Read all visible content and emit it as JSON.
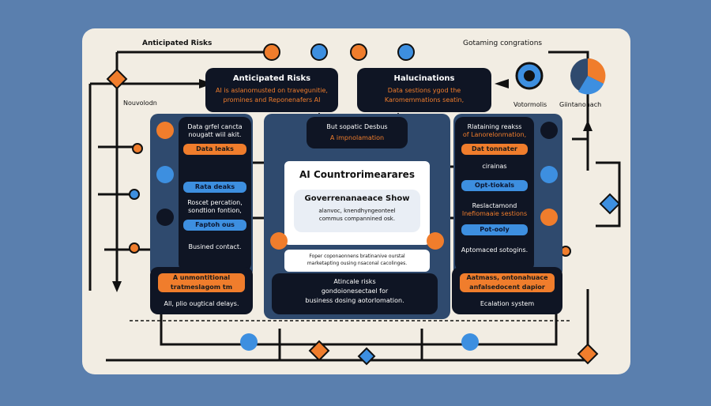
{
  "top": {
    "label_left": "Anticipated Risks",
    "label_right": "Gotaming congrations",
    "label_far_left": "Nouvolodn",
    "label_right_a": "Votormolis",
    "label_right_b": "Giintanonach"
  },
  "risks_box": {
    "title": "Anticipated Risks",
    "line1": "AI is aslanomusted on travegunitie,",
    "line2": "promines and Reponenafers AI"
  },
  "halluc_box": {
    "title": "Halucinations",
    "line1": "Data sestions ygod the",
    "line2": "Karomemmations seatin,"
  },
  "left_panel": {
    "intro1": "Data grfel cancta",
    "intro2": "nougatt wiil akit.",
    "pill1": "Data leaks",
    "pill2": "Rata deaks",
    "mid1": "Roscet percation,",
    "mid2": "sondtion fontion,",
    "pill3": "Faptoh ous",
    "bottom": "Busined contact."
  },
  "center": {
    "top1": "But sopatic Desbus",
    "top2": "A impnolamation",
    "main_title": "AI Countrorimearares",
    "sub_title": "Goverrenanaeace Show",
    "sub1": "alanvoc, knendhyngeonteel",
    "sub2": "commus compannined osk.",
    "foot1": "Foper coponaonnens bratinanive ourstal",
    "foot2": "marketapting ousing nsaconal cacolinges."
  },
  "right_panel": {
    "intro1": "Rlataining reakss",
    "intro2": "of Lanorelonmation,",
    "pill1": "Dat tonnater",
    "chip": "cirainas",
    "pill2": "Opt-tiokals",
    "mid1": "Reslactamond",
    "mid2": "Inefiomaaie sestions",
    "pill3": "Pot-ooly",
    "bottom": "Aptomaced sotogins."
  },
  "bottom": {
    "left1": "A unmontitional",
    "left2": "tratmeslagom tm",
    "left3": "All, plio ougtical delays.",
    "mid1": "Atincale risks",
    "mid2": "gondoionesectael for",
    "mid3": "business dosing aotorlomation.",
    "right1": "Aatmass, ontonahuace",
    "right2": "anfalsedocent dapior",
    "right3": "Ecalation system"
  },
  "colors": {
    "orange": "#f07d2c",
    "navy": "#0f1524",
    "blue": "#3d8fe0",
    "panel": "#2f4a6e"
  }
}
